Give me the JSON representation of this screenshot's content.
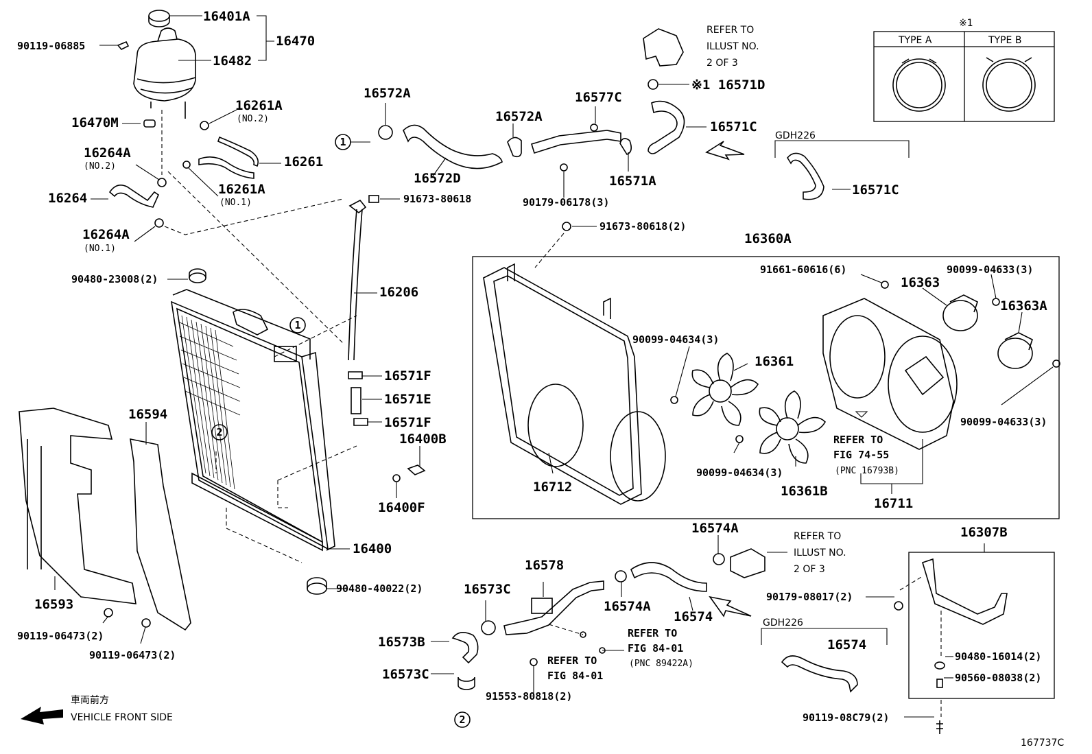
{
  "diagram_id": "167737C",
  "part_labels": {
    "p16401A": "16401A",
    "p16470": "16470",
    "p90119_06885": "90119-06885",
    "p16482": "16482",
    "p16470M": "16470M",
    "p16261A_top": "16261A",
    "p16261A_top_sub": "(NO.2)",
    "p16261": "16261",
    "p16264A_top": "16264A",
    "p16264A_top_sub": "(NO.2)",
    "p16264": "16264",
    "p16261A_bot": "16261A",
    "p16261A_bot_sub": "(NO.1)",
    "p16264A_bot": "16264A",
    "p16264A_bot_sub": "(NO.1)",
    "p90480_23008": "90480-23008(2)",
    "p16572A_l": "16572A",
    "p16572D": "16572D",
    "p16572A_r": "16572A",
    "p16577C": "16577C",
    "p90179_06178": "90179-06178(3)",
    "p16571A": "16571A",
    "p16571D": "※1 16571D",
    "p16571C": "16571C",
    "p16571C_b": "16571C",
    "p91673_80618": "91673-80618",
    "p91673_80618_2": "91673-80618(2)",
    "p16206": "16206",
    "p16571F_t": "16571F",
    "p16571E": "16571E",
    "p16571F_b": "16571F",
    "p16400B": "16400B",
    "p16400F": "16400F",
    "p16400": "16400",
    "p90480_40022": "90480-40022(2)",
    "p16594": "16594",
    "p16593": "16593",
    "p90119_06473_a": "90119-06473(2)",
    "p90119_06473_b": "90119-06473(2)",
    "p16360A": "16360A",
    "p91661_60616": "91661-60616(6)",
    "p16363": "16363",
    "p90099_04633_t": "90099-04633(3)",
    "p16363A": "16363A",
    "p90099_04634_t": "90099-04634(3)",
    "p16361": "16361",
    "p90099_04634_b": "90099-04634(3)",
    "p16361B": "16361B",
    "p16712": "16712",
    "p16711": "16711",
    "p90099_04633_b": "90099-04633(3)",
    "p16574A_t": "16574A",
    "p16574A_b": "16574A",
    "p16578": "16578",
    "p16573C_t": "16573C",
    "p16573B": "16573B",
    "p16573C_b": "16573C",
    "p16574": "16574",
    "p16574_b": "16574",
    "p91553_80818": "91553-80818(2)",
    "p16307B": "16307B",
    "p90179_08017": "90179-08017(2)",
    "p90480_16014": "90480-16014(2)",
    "p90560_08038": "90560-08038(2)",
    "p90119_08C79": "90119-08C79(2)"
  },
  "notes": {
    "refer_illust_top": [
      "REFER TO",
      "ILLUST NO.",
      "2 OF 3"
    ],
    "refer_illust_mid": [
      "REFER TO",
      "ILLUST NO.",
      "2 OF 3"
    ],
    "refer_fig_74": [
      "REFER TO",
      "FIG 74-55",
      "(PNC 16793B)"
    ],
    "refer_fig_84_a": [
      "REFER TO",
      "FIG 84-01",
      "(PNC 89422A)"
    ],
    "refer_fig_84_b": [
      "REFER TO",
      "FIG 84-01"
    ],
    "gdh_top": "GDH226",
    "gdh_bot": "GDH226",
    "note_mark": "※1",
    "type_a": "TYPE A",
    "type_b": "TYPE B",
    "front_jp": "車両前方",
    "front_en": "VEHICLE FRONT SIDE",
    "circle_1": "1",
    "circle_2": "2"
  }
}
